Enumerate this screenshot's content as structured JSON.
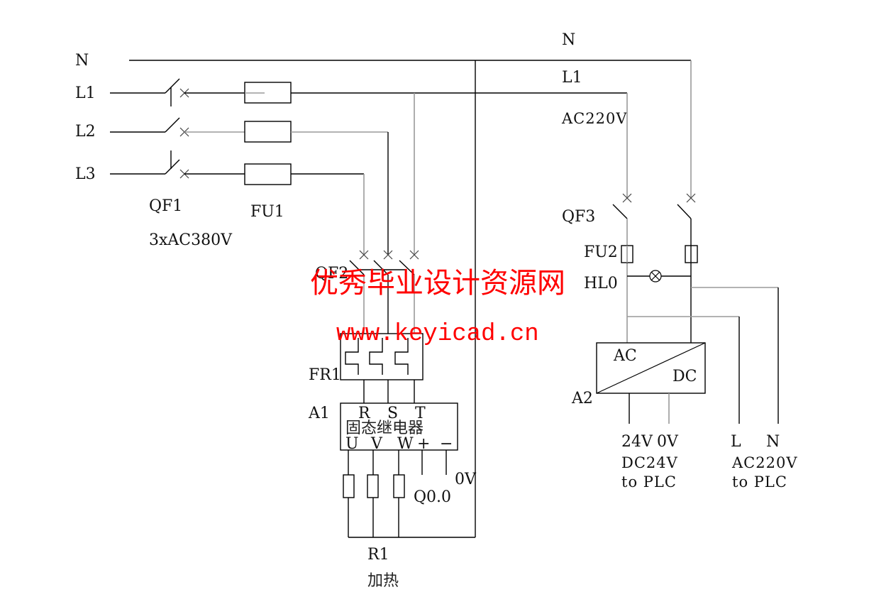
{
  "diagram": {
    "type": "electrical-schematic",
    "left_supply": {
      "bus_labels": [
        "N",
        "L1",
        "L2",
        "L3"
      ],
      "breaker_label": "QF1",
      "supply_label": "3xAC380V",
      "fuse_label": "FU1"
    },
    "heater_circuit": {
      "breaker_label": "QF2",
      "thermal_relay_label": "FR1",
      "relay_designator": "A1",
      "relay_name": "固态继电器",
      "relay_input_terminals": [
        "R",
        "S",
        "T"
      ],
      "relay_output_terminals": [
        "U",
        "V",
        "W",
        "+",
        "−"
      ],
      "control_signal_label": "Q0.0",
      "control_ground_label": "0V",
      "load_designator": "R1",
      "load_name": "加热"
    },
    "right_supply": {
      "bus_labels": [
        "N",
        "L1"
      ],
      "supply_label": "AC220V",
      "breaker_label": "QF3",
      "fuse_label": "FU2",
      "lamp_label": "HL0",
      "converter_designator": "A2",
      "converter_ac_label": "AC",
      "converter_dc_label": "DC",
      "dc_terminals": [
        "24V",
        "0V"
      ],
      "dc_output_label": "DC24V",
      "dc_output_dest": "to PLC",
      "ac_terminals": [
        "L",
        "N"
      ],
      "ac_output_label": "AC220V",
      "ac_output_dest": "to PLC"
    },
    "watermark": {
      "title": "优秀毕业设计资源网",
      "url": "www.keyicad.cn",
      "color": "#ff0000"
    }
  }
}
